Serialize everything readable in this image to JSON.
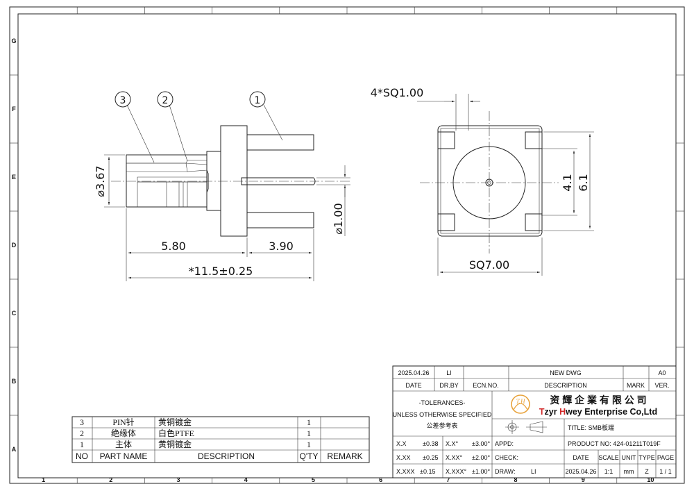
{
  "border": {
    "columns": [
      "1",
      "2",
      "3",
      "4",
      "5",
      "6",
      "7",
      "8",
      "9",
      "10"
    ],
    "rows": [
      "G",
      "F",
      "E",
      "D",
      "C",
      "B",
      "A"
    ]
  },
  "drawing": {
    "balloons": [
      "1",
      "2",
      "3"
    ],
    "dims": {
      "d367": "⌀3.67",
      "d580": "5.80",
      "d390": "3.90",
      "d115": "*11.5±0.25",
      "d100": "⌀1.00",
      "sq100": "4*SQ1.00",
      "d41": "4.1",
      "d61": "6.1",
      "sq700": "SQ7.00"
    }
  },
  "bom": {
    "headers": {
      "no": "NO",
      "part": "PART NAME",
      "desc": "DESCRIPTION",
      "qty": "Q'TY",
      "remark": "REMARK"
    },
    "rows": [
      {
        "no": "3",
        "part": "PIN针",
        "desc": "黄铜镀金",
        "qty": "1",
        "remark": ""
      },
      {
        "no": "2",
        "part": "绝缘体",
        "desc": "白色PTFE",
        "qty": "1",
        "remark": ""
      },
      {
        "no": "1",
        "part": "主体",
        "desc": "黄铜镀金",
        "qty": "1",
        "remark": ""
      }
    ]
  },
  "title_block": {
    "rev_date": "2025.04.26",
    "rev_by": "LI",
    "rev_ecn": "",
    "rev_desc": "NEW DWG",
    "rev_mark": "",
    "rev_ver": "A0",
    "h_date": "DATE",
    "h_drby": "DR.BY",
    "h_ecn": "ECN.NO.",
    "h_desc": "DESCRIPTION",
    "h_mark": "MARK",
    "h_ver": "VER.",
    "tol_title": "-TOLERANCES-",
    "tol_unless": "UNLESS OTHERWISE SPECIFIED",
    "tol_ref": "公差参考表",
    "tol": [
      {
        "a": "X.X",
        "av": "±0.38",
        "b": "X.X°",
        "bv": "±3.00°"
      },
      {
        "a": "X.XX",
        "av": "±0.25",
        "b": "X.XX°",
        "bv": "±2.00°"
      },
      {
        "a": "X.XXX",
        "av": "±0.15",
        "b": "X.XXX°",
        "bv": "±1.00°"
      }
    ],
    "logo_mark": "T.H",
    "company_cn": "资 輝 企 業 有 限 公 司",
    "company_en_T": "T",
    "company_en_zyr": "zyr ",
    "company_en_H": "H",
    "company_en_rest": "wey Enterprise Co,Ltd",
    "title_label": "TITLE:",
    "title_value": "SMB板端",
    "product_label": "PRODUCT NO:",
    "product_value": "424-01211T019F",
    "appd": "APPD:",
    "check": "CHECK:",
    "draw": "DRAW:",
    "draw_name": "LI",
    "f_date": "DATE",
    "f_scale": "SCALE",
    "f_unit": "UNIT",
    "f_type": "TYPE",
    "f_page": "PAGE",
    "v_date": "2025.04.26",
    "v_scale": "1:1",
    "v_unit": "mm",
    "v_type": "Z",
    "v_page": "1 / 1"
  },
  "colors": {
    "logo_orange": "#e8a33c",
    "brand_red": "#d22a2a",
    "line": "#222222"
  }
}
